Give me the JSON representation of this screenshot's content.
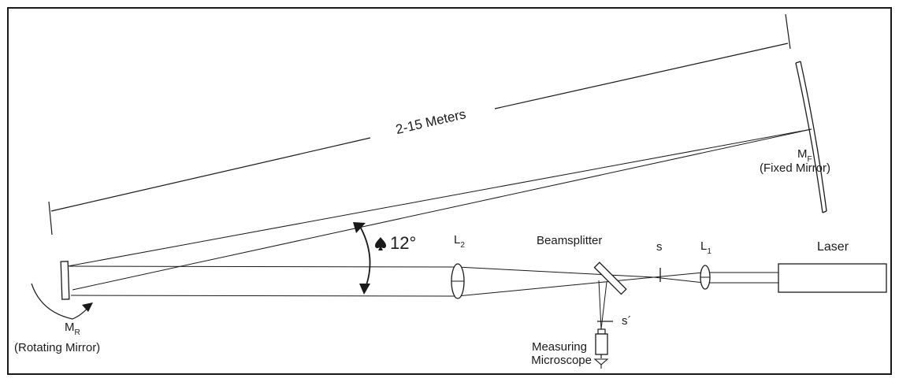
{
  "labels": {
    "distance": "2-15 Meters",
    "fixed_mirror_symbol": "M",
    "fixed_mirror_subscript": "F",
    "fixed_mirror_caption": "(Fixed Mirror)",
    "rotating_mirror_symbol": "M",
    "rotating_mirror_subscript": "R",
    "rotating_mirror_caption": "(Rotating Mirror)",
    "angle": "12°",
    "lens2_symbol": "L",
    "lens2_subscript": "2",
    "beamsplitter": "Beamsplitter",
    "source_s": "s",
    "lens1_symbol": "L",
    "lens1_subscript": "1",
    "laser": "Laser",
    "image_s_prime": "s´",
    "microscope_line1": "Measuring",
    "microscope_line2": "Microscope"
  },
  "colors": {
    "ink": "#1a1a1a",
    "background": "#ffffff"
  },
  "icons": {
    "angle_marker": "spade-icon",
    "eye": "eye-icon"
  }
}
